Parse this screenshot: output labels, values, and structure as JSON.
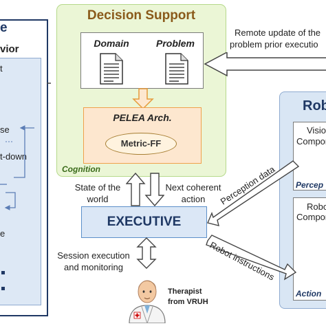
{
  "left_panel": {
    "title_fragment": "e",
    "behavior_fragment": "vior",
    "lines": [
      "t",
      "se",
      "t-down",
      "e"
    ]
  },
  "decision_support": {
    "title": "Decision Support",
    "domain_label": "Domain",
    "problem_label": "Problem",
    "pelea_label": "PELEA Arch.",
    "metric_label": "Metric-FF",
    "cognition_label": "Cognition"
  },
  "remote_update": {
    "line1": "Remote update of the",
    "line2": "problem prior executio"
  },
  "robot_panel": {
    "title": "Rob",
    "vision_line1": "Visio",
    "vision_line2": "Compon",
    "perception_tag": "Percep",
    "robot_line1": "Robo",
    "robot_line2": "Compon",
    "action_tag": "Action"
  },
  "executive": {
    "label": "EXECUTIVE"
  },
  "edges": {
    "state_line1": "State of the",
    "state_line2": "world",
    "next_line1": "Next coherent",
    "next_line2": "action",
    "perception_data": "Perception data",
    "robot_instructions": "Robot instructions",
    "session_line1": "Session execution",
    "session_line2": "and monitoring"
  },
  "therapist": {
    "line1": "Therapist",
    "line2": "from VRUH"
  },
  "colors": {
    "navy": "#1f3864",
    "cognition_fill": "#ebf6d6",
    "cognition_border": "#b5d98a",
    "blue_fill": "#d9e6f4",
    "blue_border": "#8eaad0",
    "pelea_fill": "#fde7cf",
    "pelea_border": "#f0a04b",
    "metric_border": "#a67e32",
    "executive_fill": "#dbe7f6",
    "executive_border": "#5b8fc9"
  }
}
